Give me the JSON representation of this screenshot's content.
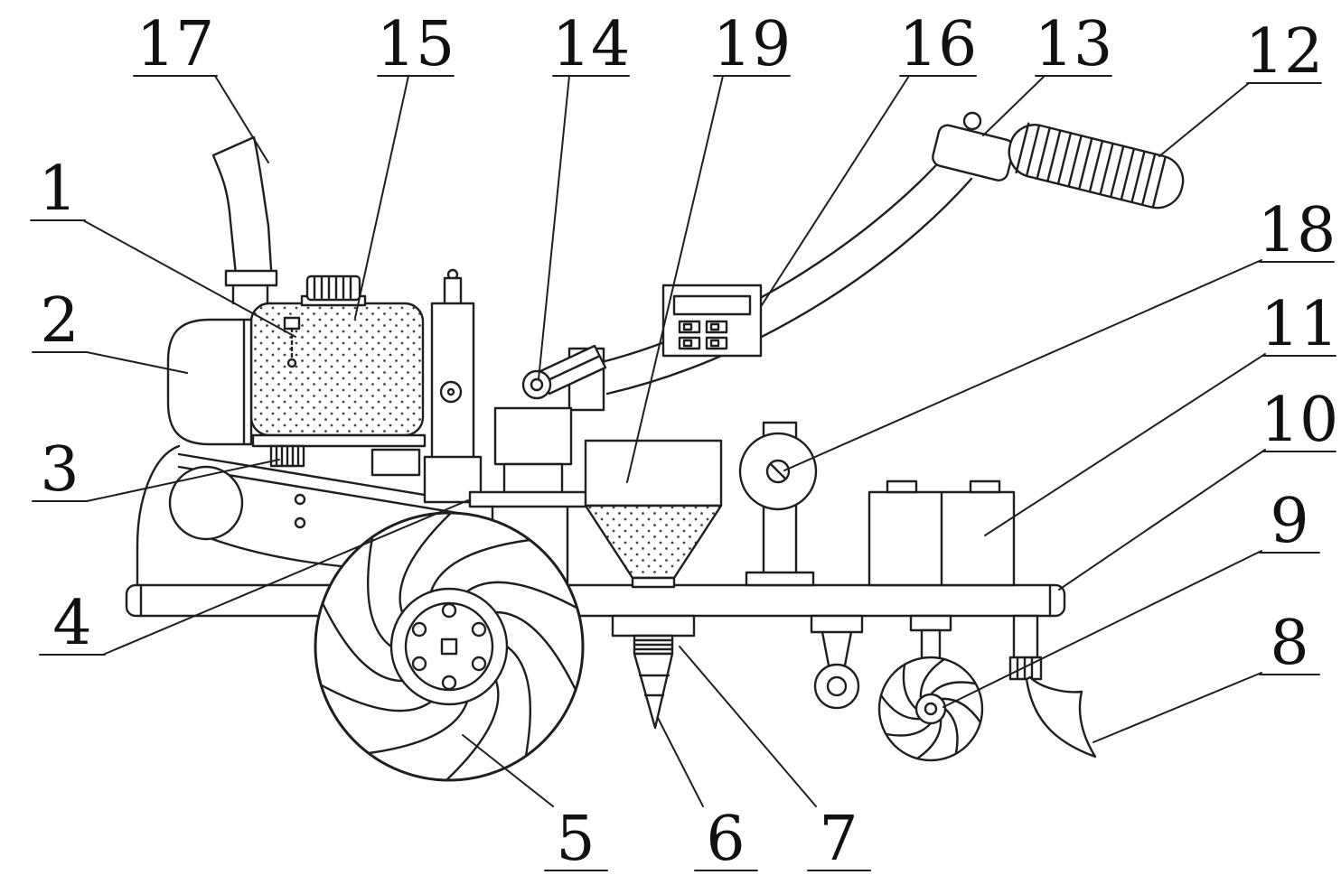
{
  "figure": {
    "background": "#ffffff",
    "line_color": "#1f1f1f",
    "label_color": "#111111",
    "labels": [
      {
        "id": 1,
        "text": "1"
      },
      {
        "id": 2,
        "text": "2"
      },
      {
        "id": 3,
        "text": "3"
      },
      {
        "id": 4,
        "text": "4"
      },
      {
        "id": 5,
        "text": "5"
      },
      {
        "id": 6,
        "text": "6"
      },
      {
        "id": 7,
        "text": "7"
      },
      {
        "id": 8,
        "text": "8"
      },
      {
        "id": 9,
        "text": "9"
      },
      {
        "id": 10,
        "text": "10"
      },
      {
        "id": 11,
        "text": "11"
      },
      {
        "id": 12,
        "text": "12"
      },
      {
        "id": 13,
        "text": "13"
      },
      {
        "id": 14,
        "text": "14"
      },
      {
        "id": 15,
        "text": "15"
      },
      {
        "id": 16,
        "text": "16"
      },
      {
        "id": 17,
        "text": "17"
      },
      {
        "id": 18,
        "text": "18"
      },
      {
        "id": 19,
        "text": "19"
      }
    ]
  }
}
